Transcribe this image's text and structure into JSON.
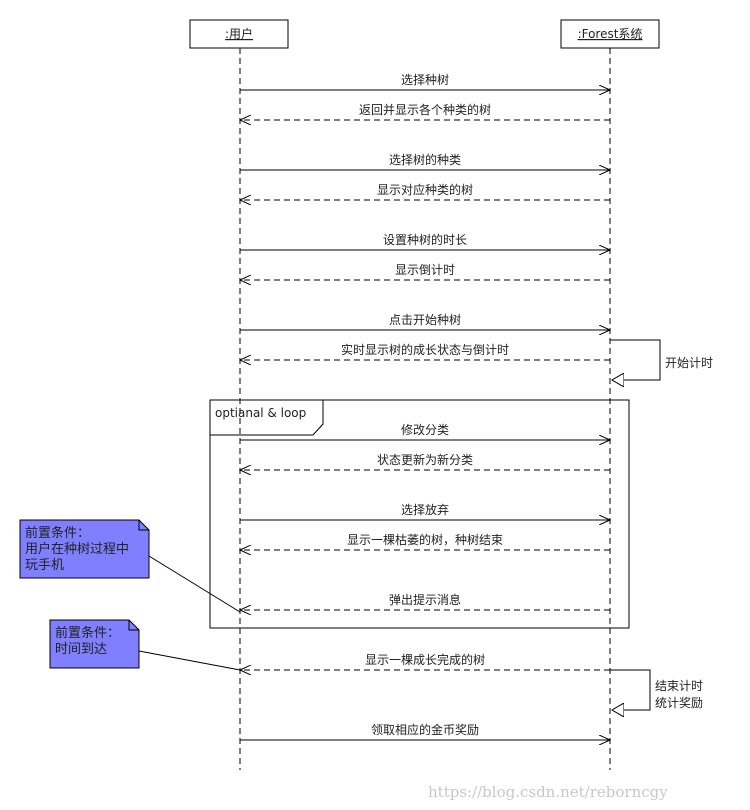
{
  "lifelines": {
    "user": ":用户",
    "system": ":Forest系统"
  },
  "messages": [
    {
      "text": "选择种树",
      "from": "user",
      "to": "system",
      "style": "sync"
    },
    {
      "text": "返回并显示各个种类的树",
      "from": "system",
      "to": "user",
      "style": "return"
    },
    {
      "text": "选择树的种类",
      "from": "user",
      "to": "system",
      "style": "sync"
    },
    {
      "text": "显示对应种类的树",
      "from": "system",
      "to": "user",
      "style": "return"
    },
    {
      "text": "设置种树的时长",
      "from": "user",
      "to": "system",
      "style": "sync"
    },
    {
      "text": "显示倒计时",
      "from": "system",
      "to": "user",
      "style": "return"
    },
    {
      "text": "点击开始种树",
      "from": "user",
      "to": "system",
      "style": "sync"
    },
    {
      "text": "实时显示树的成长状态与倒计时",
      "from": "system",
      "to": "user",
      "style": "return"
    },
    {
      "text": "修改分类",
      "from": "user",
      "to": "system",
      "style": "sync"
    },
    {
      "text": "状态更新为新分类",
      "from": "system",
      "to": "user",
      "style": "return"
    },
    {
      "text": "选择放弃",
      "from": "user",
      "to": "system",
      "style": "sync"
    },
    {
      "text": "显示一棵枯萎的树，种树结束",
      "from": "system",
      "to": "user",
      "style": "return"
    },
    {
      "text": "弹出提示消息",
      "from": "system",
      "to": "user",
      "style": "return"
    },
    {
      "text": "显示一棵成长完成的树",
      "from": "system",
      "to": "user",
      "style": "return"
    },
    {
      "text": "领取相应的金币奖励",
      "from": "user",
      "to": "system",
      "style": "sync"
    }
  ],
  "self_messages": [
    {
      "lines": [
        "开始计时"
      ]
    },
    {
      "lines": [
        "结束计时",
        "统计奖励"
      ]
    }
  ],
  "fragment": {
    "label": "optianal & loop"
  },
  "notes": [
    {
      "lines": [
        "前置条件：",
        "用户在种树过程中",
        "玩手机"
      ]
    },
    {
      "lines": [
        "前置条件：",
        "时间到达"
      ]
    }
  ],
  "watermark": "https://blog.csdn.net/reborncgy",
  "colors": {
    "note_fill": "#7f7fff",
    "line": "#000000"
  }
}
